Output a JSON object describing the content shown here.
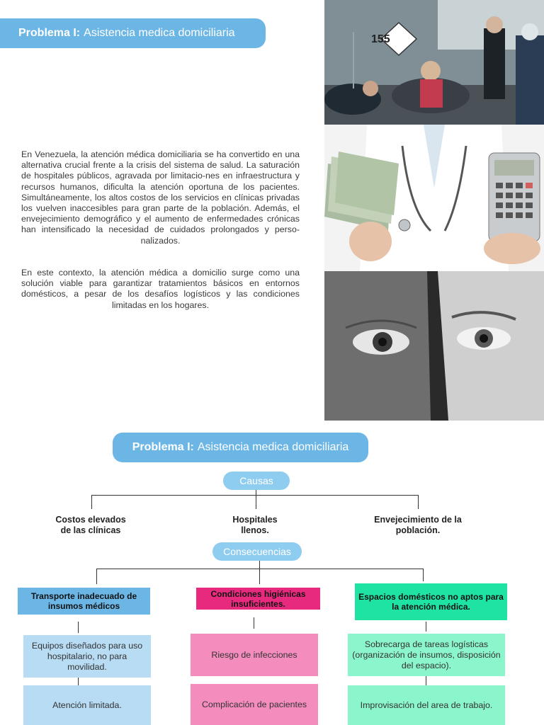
{
  "header": {
    "bold": "Problema I:",
    "title": "Asistencia medica domiciliaria"
  },
  "intro": {
    "paragraph1": "En Venezuela, la atención médica domiciliaria se ha convertido en una alternativa crucial frente a la crisis del sistema de salud. La saturación de hospitales públicos, agravada por limitacio-nes en infraestructura y recursos humanos, dificulta la atención oportuna de los pacientes. Simultáneamente, los altos costos de los servicios en clínicas privadas los vuelven inaccesibles para gran parte de la población. Además, el envejecimiento demográfico y el aumento de enfermedades crónicas han intensificado la necesidad de cuidados prolongados y perso-nalizados.",
    "paragraph2": "En este contexto, la atención médica a domicilio surge como una solución viable para garantizar tratamientos básicos en entornos domésticos, a pesar de los desafíos logísticos y las condiciones limitadas en los hogares."
  },
  "photos": {
    "hospital_sign": "155"
  },
  "diagram": {
    "causes_label": "Causas",
    "causes": [
      "Costos elevados de las clínicas",
      "Hospitales llenos.",
      "Envejecimiento de la población."
    ],
    "consequences_label": "Consecuencias",
    "consequences": [
      {
        "title": "Transporte inadecuado de insumos médicos",
        "effects": [
          "Equipos diseñados para uso hospitalario, no para movilidad.",
          "Atención limitada."
        ]
      },
      {
        "title": "Condiciones higiénicas insuficientes.",
        "effects": [
          "Riesgo de infecciones",
          "Complicación de pacientes"
        ]
      },
      {
        "title": "Espacios domésticos no aptos para la atención médica.",
        "effects": [
          "Sobrecarga de tareas logísticas (organización de insumos, disposición del espacio).",
          "Improvisación del area de trabajo."
        ]
      }
    ],
    "colors": {
      "blue": "#6cb6e6",
      "pink": "#e82a7f",
      "green": "#1fe3a3"
    }
  }
}
